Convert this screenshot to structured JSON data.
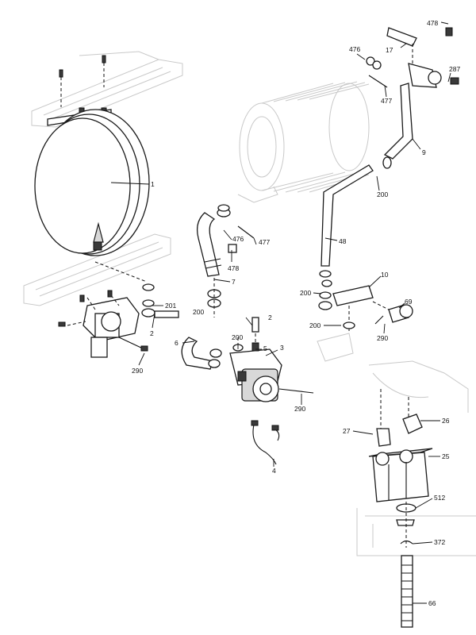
{
  "callouts": {
    "p1": "1",
    "p2a": "2",
    "p2b": "2",
    "p3": "3",
    "p4": "4",
    "p5": "5",
    "p6": "6",
    "p7": "7",
    "p9": "9",
    "p10": "10",
    "p17": "17",
    "p25": "25",
    "p26": "26",
    "p27": "27",
    "p48": "48",
    "p66": "66",
    "p69": "69",
    "p200a": "200",
    "p200b": "200",
    "p200c": "200",
    "p200d": "200",
    "p200e": "200",
    "p201": "201",
    "p287": "287",
    "p290a": "290",
    "p290b": "290",
    "p290c": "290",
    "p372": "372",
    "p476a": "476",
    "p476b": "476",
    "p477a": "477",
    "p477b": "477",
    "p478a": "478",
    "p478b": "478",
    "p512": "512"
  },
  "colors": {
    "ink": "#1a1a1a",
    "ghost": "#c9c9c9",
    "part_fill": "#d8d8d8"
  }
}
